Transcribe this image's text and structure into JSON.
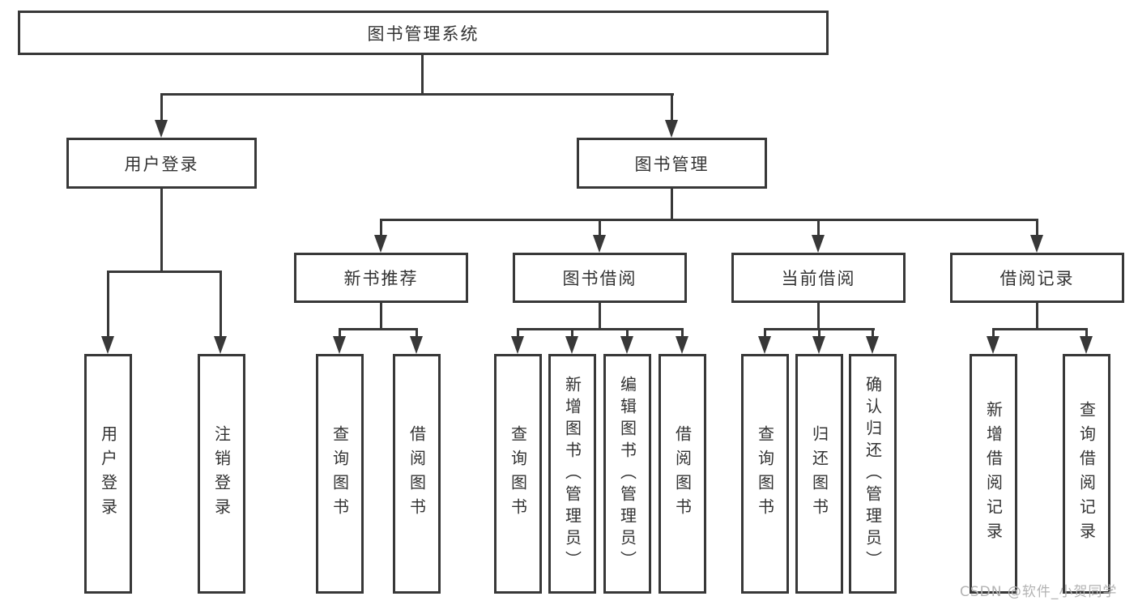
{
  "diagram": {
    "type": "functional-structure-chart",
    "colors": {
      "line": "#383838",
      "box_border": "#383838",
      "text": "#333333",
      "background": "#ffffff",
      "watermark": "#b3b3b3"
    },
    "watermark": "CSDN @软件_小贺同学",
    "nodes": {
      "root": {
        "label": "图书管理系统"
      },
      "user_login": {
        "label": "用户登录"
      },
      "book_management": {
        "label": "图书管理"
      },
      "new_book_recommend": {
        "label": "新书推荐"
      },
      "book_borrowing": {
        "label": "图书借阅"
      },
      "current_borrowing": {
        "label": "当前借阅"
      },
      "borrowing_records": {
        "label": "借阅记录"
      },
      "leaf_user_login": {
        "label": "用户登录"
      },
      "leaf_logout": {
        "label": "注销登录"
      },
      "leaf_nb_query_books": {
        "label": "查询图书"
      },
      "leaf_nb_borrow_books": {
        "label": "借阅图书"
      },
      "leaf_bb_query_books": {
        "label": "查询图书"
      },
      "leaf_bb_add_books": {
        "label": "新增图书（管理员）"
      },
      "leaf_bb_edit_books": {
        "label": "编辑图书（管理员）"
      },
      "leaf_bb_borrow_books": {
        "label": "借阅图书"
      },
      "leaf_cb_query_books": {
        "label": "查询图书"
      },
      "leaf_cb_return_books": {
        "label": "归还图书"
      },
      "leaf_cb_confirm_return": {
        "label": "确认归还（管理员）"
      },
      "leaf_br_add_record": {
        "label": "新增借阅记录"
      },
      "leaf_br_query_record": {
        "label": "查询借阅记录"
      }
    }
  }
}
